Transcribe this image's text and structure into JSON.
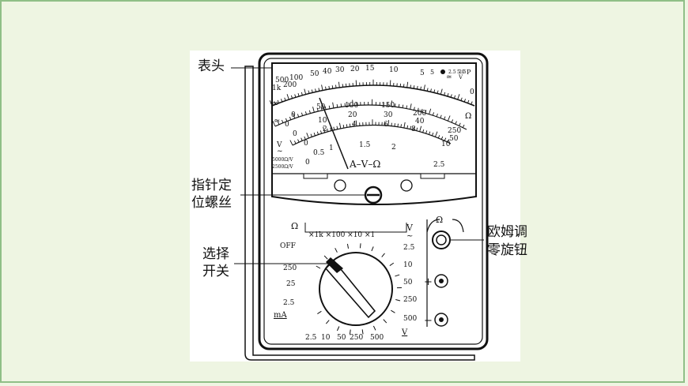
{
  "annotations": {
    "meter_head": "表头",
    "pointer_screw_line1": "指针定",
    "pointer_screw_line2": "位螺丝",
    "ohm_adjust_line1": "欧姆调",
    "ohm_adjust_line2": "零旋钮",
    "selector_line1": "选择",
    "selector_line2": "开关"
  },
  "dial": {
    "ohm_scale": [
      "500",
      "100",
      "50",
      "40",
      "30",
      "20",
      "15",
      "10",
      "5",
      "0"
    ],
    "ohm_scale_extra": [
      "1k",
      "200"
    ],
    "ohm_symbol": "Ω",
    "infinity": "∞",
    "ac_symbol": "≃",
    "ac_dc_scale_a": [
      "0",
      "50",
      "100",
      "150",
      "200",
      "250"
    ],
    "ac_dc_scale_b": [
      "0",
      "10",
      "20",
      "30",
      "40",
      "50"
    ],
    "ac_dc_scale_c": [
      "0",
      "2",
      "4",
      "6",
      "8",
      "10"
    ],
    "ac_v_scale": [
      "0",
      "0.5",
      "1",
      "1.5",
      "2",
      "2.5"
    ],
    "v_ac_label": "V",
    "v_ac_wave": "~",
    "sens_1": "5000Ω/V",
    "sens_2": "2500Ω/V",
    "top_right_markers": [
      "5",
      "2.5",
      "5.0",
      "≃",
      "2.5",
      "V",
      "P"
    ],
    "center_label": "A–V–Ω"
  },
  "selector": {
    "ohm_label": "Ω",
    "ohm_ranges": "×1k ×100 ×10 ×1",
    "v_label": "V",
    "v_wave": "~",
    "off": "OFF",
    "left_values": [
      "250",
      "25",
      "2.5"
    ],
    "ma_label": "mA",
    "bottom_values": [
      "2.5",
      "10",
      "50",
      "250",
      "500"
    ],
    "bottom_v_label": "V",
    "right_values": [
      "2.5",
      "10",
      "50",
      "250",
      "500"
    ]
  },
  "terminals": {
    "ohm_knob_symbol": "Ω",
    "plus": "+",
    "minus": "−"
  }
}
